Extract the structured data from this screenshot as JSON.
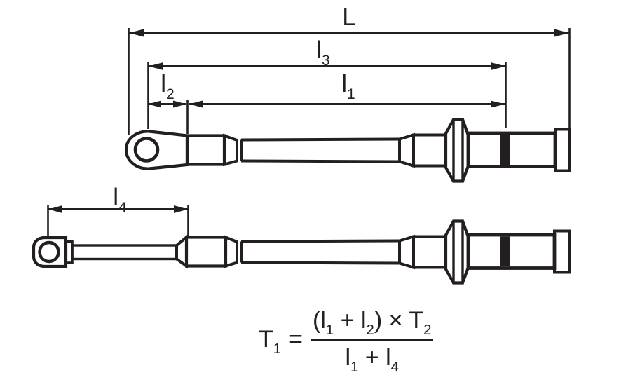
{
  "colors": {
    "ink": "#231f20",
    "background": "#ffffff"
  },
  "labels": {
    "overall_length": "L",
    "l3": "l_3",
    "l2": "l_2",
    "l1": "l_1",
    "l4": "l_4"
  },
  "formula": {
    "lhs": "T_1",
    "equals": "=",
    "numerator": "(l_1 + l_2) × T_2",
    "denominator": "l_1 + l_4"
  }
}
